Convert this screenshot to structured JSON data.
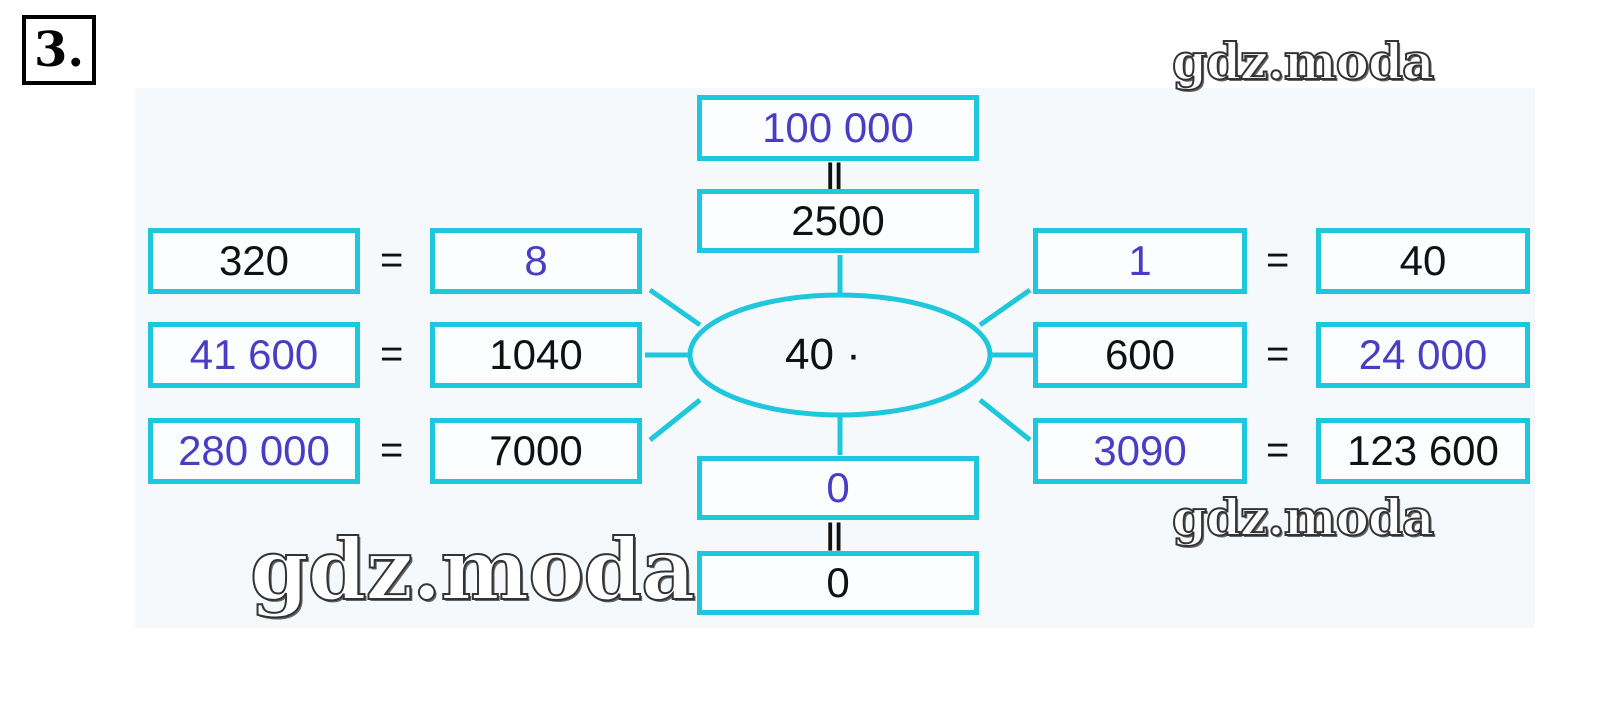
{
  "exercise_number": "3.",
  "watermark": "gdz.moda",
  "center": {
    "label": "40 ·",
    "top": [
      "100 000",
      "2500"
    ],
    "bottom": [
      "0",
      "0"
    ]
  },
  "left_rows": [
    {
      "a": "320",
      "b": "8"
    },
    {
      "a": "41 600",
      "b": "1040"
    },
    {
      "a": "280 000",
      "b": "7000"
    }
  ],
  "right_rows": [
    {
      "a": "1",
      "b": "40"
    },
    {
      "a": "600",
      "b": "24 000"
    },
    {
      "a": "3090",
      "b": "123 600"
    }
  ],
  "eq_sign": "=",
  "parallel_sign": "||",
  "colors": {
    "border": "#1fc7dc",
    "answer": "#4a3cc4",
    "given": "#111111"
  }
}
